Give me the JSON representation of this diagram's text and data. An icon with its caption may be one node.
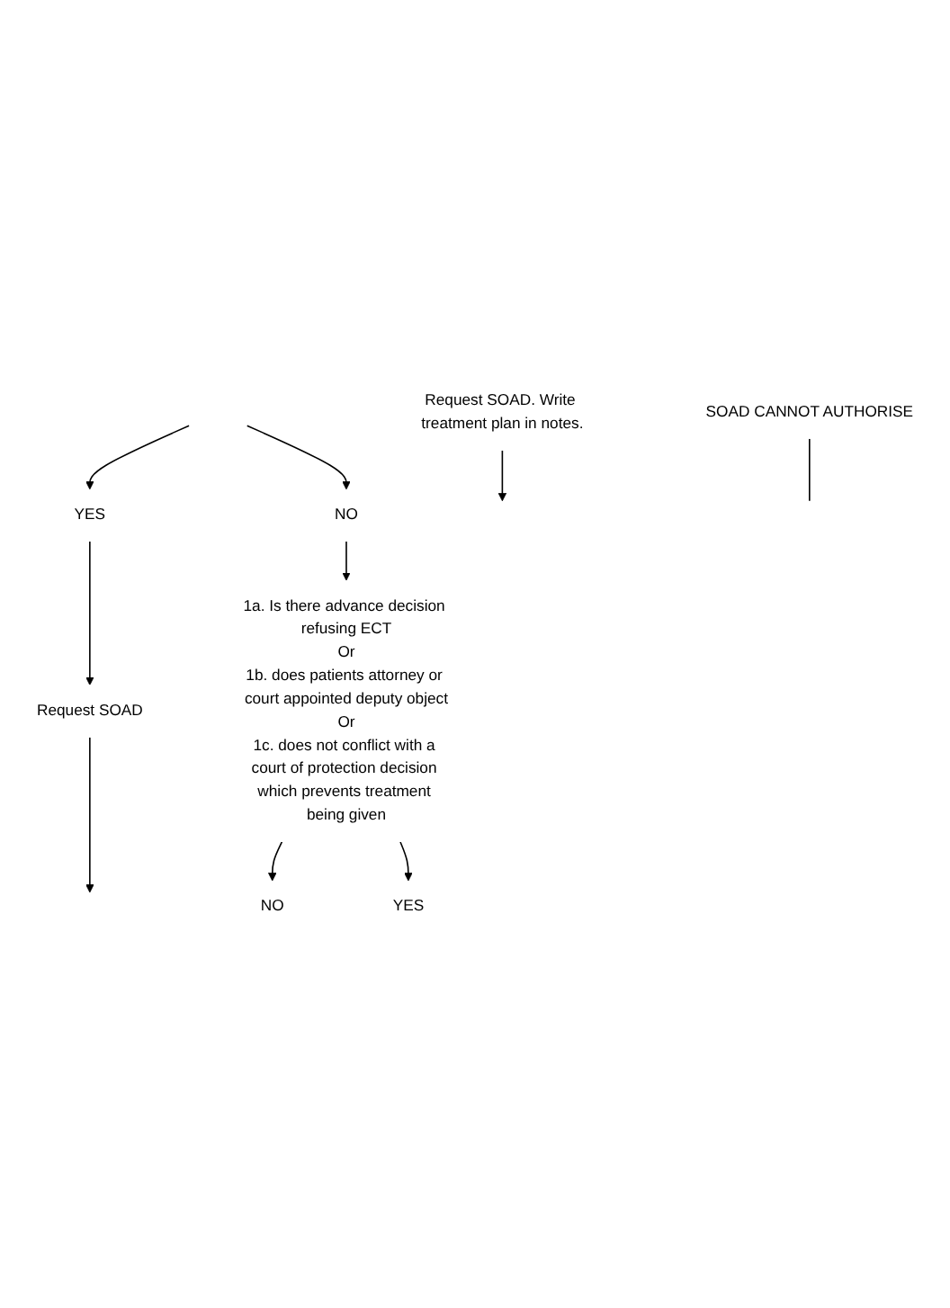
{
  "diagram": {
    "nodes": [
      {
        "text": [
          "YES"
        ]
      },
      {
        "text": [
          "NO"
        ]
      },
      {
        "text": [
          "Request SOAD"
        ]
      },
      {
        "text": [
          "1a. Is there advance decision refusing ECT",
          "Or",
          "1b. does patients attorney or court appointed deputy object",
          "Or",
          "1c. does not conflict with a court of protection decision which prevents treatment being given"
        ]
      },
      {
        "text": [
          "NO"
        ]
      },
      {
        "text": [
          "YES"
        ]
      },
      {
        "text": [
          "Request SOAD. Write treatment plan in notes."
        ]
      },
      {
        "text": [
          "SOAD CANNOT AUTHORISE"
        ]
      }
    ],
    "edges": [
      {
        "from": null,
        "to": 0,
        "arrow": "to"
      },
      {
        "from": null,
        "to": 1,
        "arrow": "to"
      },
      {
        "from": 0,
        "to": 2,
        "arrow": "to"
      },
      {
        "from": 1,
        "to": 3,
        "arrow": "to"
      },
      {
        "from": 3,
        "to": 4,
        "arrow": "to"
      },
      {
        "from": 3,
        "to": 5,
        "arrow": "to"
      },
      {
        "from": 2,
        "to": null,
        "arrow": "to"
      },
      {
        "from": 6,
        "to": null,
        "arrow": "to"
      },
      {
        "from": 7,
        "to": null,
        "arrow": "none"
      }
    ]
  }
}
